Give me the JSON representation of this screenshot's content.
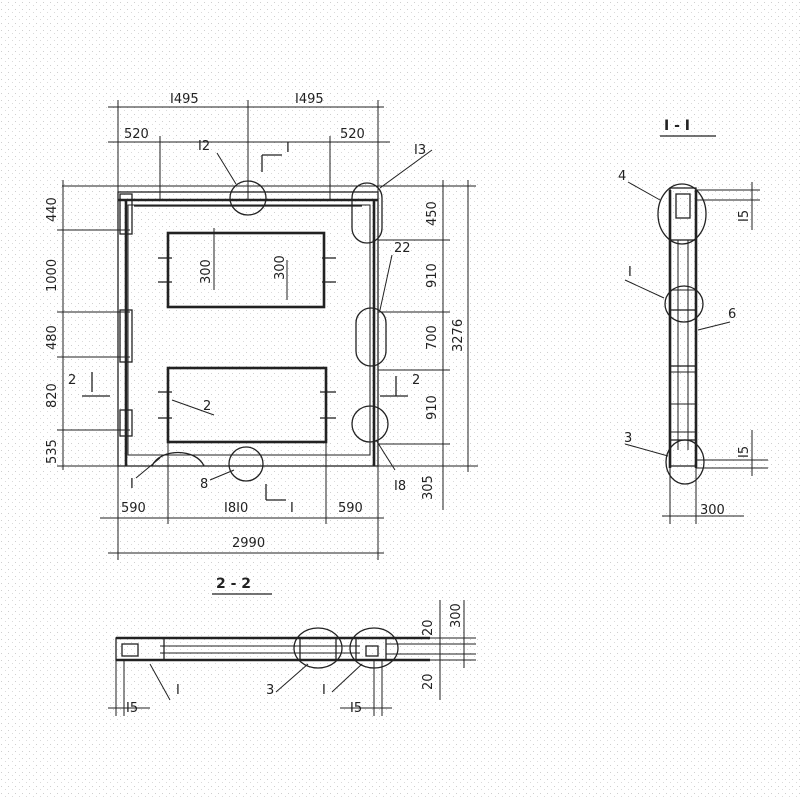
{
  "plan": {
    "dims": {
      "top_left": "I495",
      "top_right": "I495",
      "top_520_left": "520",
      "top_520_right": "520",
      "left_440": "440",
      "left_1000": "1000",
      "left_480": "480",
      "left_820": "820",
      "left_535": "535",
      "right_450": "450",
      "right_910_a": "910",
      "right_700": "700",
      "right_910_b": "910",
      "right_305": "305",
      "overall_height": "3276",
      "bottom_590_left": "590",
      "bottom_1810": "I8I0",
      "bottom_590_right": "590",
      "overall_width": "2990",
      "opening_300_a": "300",
      "opening_300_b": "300"
    },
    "callouts": {
      "c12": "I2",
      "c13": "I3",
      "c22": "22",
      "c18": "I8",
      "c2": "2",
      "c1": "I",
      "c8": "8"
    },
    "section_marks": {
      "s1_top": "I",
      "s1_bottom": "I",
      "s2_left": "2",
      "s2_right": "2"
    }
  },
  "section_1": {
    "title": "I - I",
    "labels": {
      "c4": "4",
      "c1": "I",
      "c6": "6",
      "c3": "3",
      "d15_top": "I5",
      "d15_bottom": "I5",
      "d300": "300"
    }
  },
  "section_2": {
    "title": "2 - 2",
    "labels": {
      "c3": "3",
      "c1_left": "I",
      "c1_right": "I",
      "d15_left": "I5",
      "d15_right": "I5",
      "d300": "300",
      "d20_top": "20",
      "d20_bottom": "20"
    }
  }
}
